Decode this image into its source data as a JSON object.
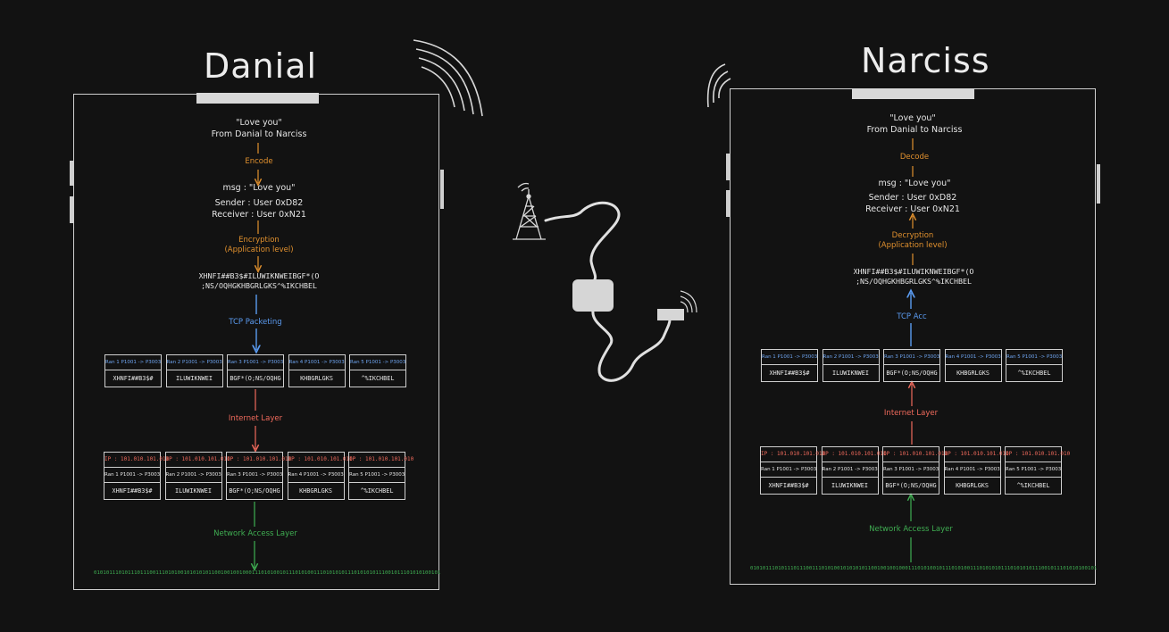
{
  "left": {
    "name": "Danial",
    "message": "\"Love you\"",
    "from": "From Danial to Narciss",
    "step1": "Encode",
    "msg": "msg : \"Love you\"",
    "sender": "Sender : User 0xD82",
    "receiver": "Receiver : User 0xN21",
    "step2": "Encryption\n(Application level)",
    "cipher": "XHNFI##B3$#ILUWIKNWEIBGF*(O\n;NS/OQHGKHBGRLGKS^%IKCHBEL",
    "step3": "TCP Packeting",
    "step4": "Internet Layer",
    "step5": "Network Access Layer",
    "bits": "0101011101011101110011101010010101010110010010010001110101001011101010011101010101110101010111001011101010100101"
  },
  "right": {
    "name": "Narciss",
    "message": "\"Love you\"",
    "from": "From Danial to Narciss",
    "step1": "Decode",
    "msg": "msg : \"Love you\"",
    "sender": "Sender : User 0xD82",
    "receiver": "Receiver : User 0xN21",
    "step2": "Decryption\n(Application level)",
    "cipher": "XHNFI##B3$#ILUWIKNWEIBGF*(O\n;NS/OQHGKHBGRLGKS^%IKCHBEL",
    "step3": "TCP Acc",
    "step4": "Internet Layer",
    "step5": "Network Access Layer",
    "bits": "0101011101011101110011101010010101010110010010010001110101001011101010011101010101110101010111001011101010100101"
  },
  "left_tcp": [
    {
      "hdr": "Ran 1 P1001 -> P3003",
      "payload": "XHNFI##B3$#"
    },
    {
      "hdr": "Ran 2 P1001 -> P3003",
      "payload": "ILUWIKNWEI"
    },
    {
      "hdr": "Ran 3 P1001 -> P3003",
      "payload": "BGF*(O;NS/OQHG"
    },
    {
      "hdr": "Ran 4 P1001 -> P3003",
      "payload": "KHBGRLGKS"
    },
    {
      "hdr": "Ran 5 P1001 -> P3003",
      "payload": "^%IKCHBEL"
    }
  ],
  "left_ip": [
    {
      "ip": "IP : 101.010.101.010",
      "hdr": "Ran 1 P1001 -> P3003",
      "payload": "XHNFI##B3$#"
    },
    {
      "ip": "IP : 101.010.101.010",
      "hdr": "Ran 2 P1001 -> P3003",
      "payload": "ILUWIKNWEI"
    },
    {
      "ip": "IP : 101.010.101.010",
      "hdr": "Ran 3 P1001 -> P3003",
      "payload": "BGF*(O;NS/OQHG"
    },
    {
      "ip": "IP : 101.010.101.010",
      "hdr": "Ran 4 P1001 -> P3003",
      "payload": "KHBGRLGKS"
    },
    {
      "ip": "IP : 101.010.101.010",
      "hdr": "Ran 5 P1001 -> P3003",
      "payload": "^%IKCHBEL"
    }
  ],
  "right_tcp": [
    {
      "hdr": "Ran 1 P1001 -> P3003",
      "payload": "XHNFI##B3$#"
    },
    {
      "hdr": "Ran 2 P1001 -> P3003",
      "payload": "ILUWIKNWEI"
    },
    {
      "hdr": "Ran 3 P1001 -> P3003",
      "payload": "BGF*(O;NS/OQHG"
    },
    {
      "hdr": "Ran 4 P1001 -> P3003",
      "payload": "KHBGRLGKS"
    },
    {
      "hdr": "Ran 5 P1001 -> P3003",
      "payload": "^%IKCHBEL"
    }
  ],
  "right_ip": [
    {
      "ip": "IP : 101.010.101.010",
      "hdr": "Ran 1 P1001 -> P3003",
      "payload": "XHNFI##B3$#"
    },
    {
      "ip": "IP : 101.010.101.010",
      "hdr": "Ran 2 P1001 -> P3003",
      "payload": "ILUWIKNWEI"
    },
    {
      "ip": "IP : 101.010.101.010",
      "hdr": "Ran 3 P1001 -> P3003",
      "payload": "BGF*(O;NS/OQHG"
    },
    {
      "ip": "IP : 101.010.101.010",
      "hdr": "Ran 4 P1001 -> P3003",
      "payload": "KHBGRLGKS"
    },
    {
      "ip": "IP : 101.010.101.010",
      "hdr": "Ran 5 P1001 -> P3003",
      "payload": "^%IKCHBEL"
    }
  ],
  "colors": {
    "orange": "#e0902e",
    "blue": "#5b9bf0",
    "red": "#f06a5c",
    "green": "#3fae52"
  }
}
